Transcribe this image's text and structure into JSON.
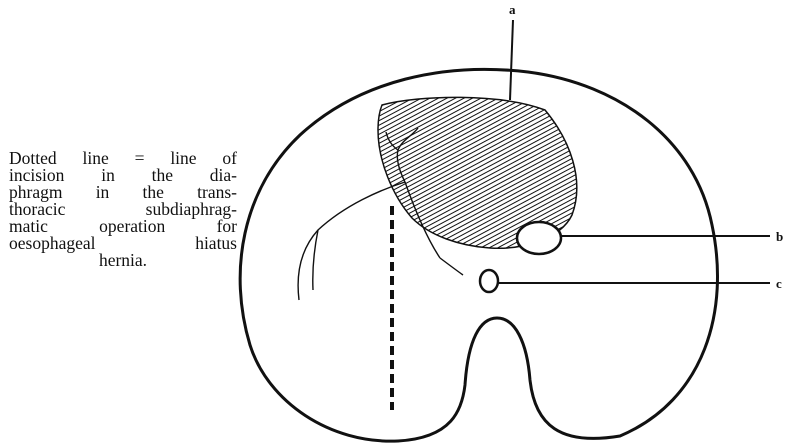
{
  "caption": {
    "lines": [
      "Dotted line = line of",
      "incision in the dia-",
      "phragm in the trans-",
      "thoracic subdiaphrag-",
      "matic operation for",
      "oesophageal hiatus",
      "hernia."
    ]
  },
  "labels": {
    "a": "a",
    "b": "b",
    "c": "c"
  },
  "colors": {
    "ink": "#111111",
    "background": "#ffffff"
  }
}
